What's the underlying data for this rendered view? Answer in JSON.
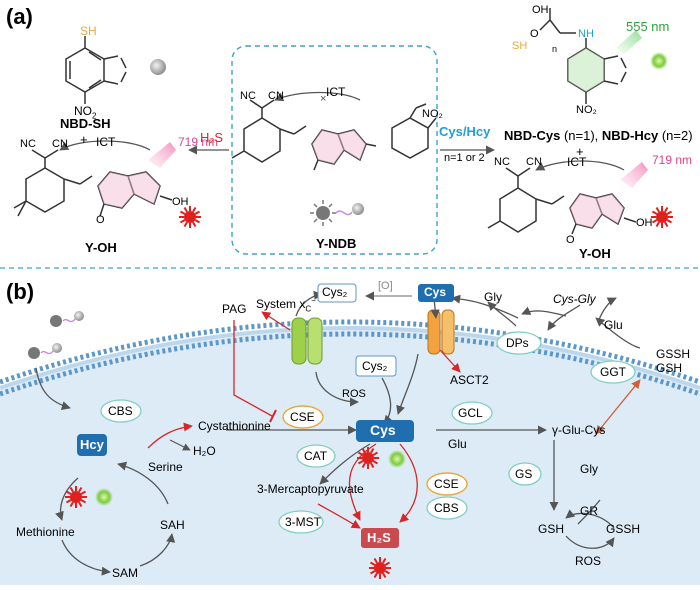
{
  "panel_a": {
    "label": "(a)",
    "nbd_sh_group": "SH",
    "nbd_sh_nitro": "NO",
    "nbd_sh_name": "NBD-SH",
    "plus_left": "+",
    "left_ict": "ICT",
    "left_emission": "719 nm",
    "left_cyano": "NC",
    "left_cyano2": "CN",
    "left_hydroxyl": "OH",
    "left_oxo": "O",
    "left_product": "Y-OH",
    "reagent_left": "H₂S",
    "probe_ict": "ICT",
    "probe_cyano": "NC",
    "probe_cyano2": "CN",
    "probe_nitro": "NO₂",
    "probe_name": "Y-NDB",
    "reagent_right": "Cys/Hcy",
    "reagent_right_cond": "n=1 or 2",
    "right_sh": "SH",
    "right_nh": "NH",
    "right_n": "n",
    "right_oh": "OH",
    "right_o": "O",
    "right_nitro": "NO₂",
    "right_emission_green": "555 nm",
    "right_products_1": "NBD-Cys",
    "right_products_2": " (n=1), ",
    "right_products_3": "NBD-Hcy",
    "right_products_4": " (n=2)",
    "plus_right": "+",
    "right_ict": "ICT",
    "right_emission": "719 nm",
    "right_cyano": "NC",
    "right_cyano2": "CN",
    "right_hydroxyl": "OH",
    "right_oxo": "O",
    "right_product": "Y-OH"
  },
  "panel_b": {
    "label": "(b)",
    "cys2_out": "Cys₂",
    "oxidation": "[O]",
    "cys_top": "Cys",
    "gly": "Gly",
    "cys_gly": "Cys-Gly",
    "glu_top": "Glu",
    "dps": "DPs",
    "ggt": "GGT",
    "gssh_out": "GSSH",
    "gsh_out": "GSH",
    "pag": "PAG",
    "system_xc": "System x",
    "system_xc_sub": "C",
    "system_xc_sup": "−",
    "asct2": "ASCT2",
    "cys2_in": "Cys₂",
    "ros_mid": "ROS",
    "cse_left": "CSE",
    "cystathionine": "Cystathionine",
    "cbs_left": "CBS",
    "h2o": "H₂O",
    "serine": "Serine",
    "hcy": "Hcy",
    "methionine": "Methionine",
    "sah": "SAH",
    "sam": "SAM",
    "cys_center": "Cys",
    "cat": "CAT",
    "mercapto": "3-Mercaptopyruvate",
    "mst": "3-MST",
    "h2s": "H₂S",
    "cse_right": "CSE",
    "cbs_right": "CBS",
    "gcl": "GCL",
    "glu_mid": "Glu",
    "gglu_cys": "γ-Glu-Cys",
    "gs": "GS",
    "gly_mid": "Gly",
    "gr": "GR",
    "gsh_in": "GSH",
    "gssh_in": "GSSH",
    "ros_bottom": "ROS"
  },
  "colors": {
    "cys_box": "#1f6fb0",
    "hcy_box": "#1f6fb0",
    "h2s_box": "#c94a4f",
    "red_text": "#d62728",
    "pink": "#e0428a",
    "cyan_blue": "#1ea0d8",
    "green_text": "#2aa43a",
    "membrane": "#5b97c9",
    "cell_fill": "#dcebf6",
    "dashed_frame": "#3aa3d0",
    "oval_border": "#7fd0bd",
    "cse_border": "#e8a93a",
    "transporter_green": "#9fd04a",
    "transporter_orange": "#f3a23f"
  }
}
